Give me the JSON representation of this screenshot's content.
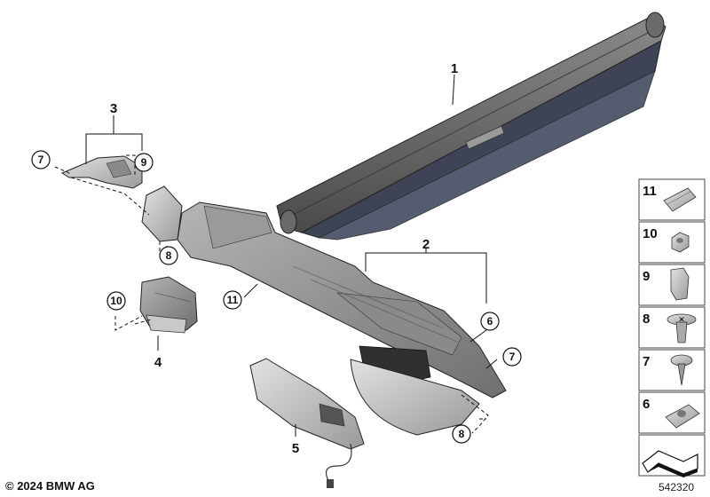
{
  "callouts": {
    "c1": "1",
    "c2": "2",
    "c3": "3",
    "c4": "4",
    "c5": "5",
    "c6": "6",
    "c7a": "7",
    "c7b": "7",
    "c8a": "8",
    "c8b": "8",
    "c9": "9",
    "c10": "10",
    "c11": "11"
  },
  "index": {
    "i11": "11",
    "i10": "10",
    "i9": "9",
    "i8": "8",
    "i7": "7",
    "i6": "6"
  },
  "footer": {
    "copyright": "© 2024 BMW AG",
    "diagram_no": "542320"
  }
}
